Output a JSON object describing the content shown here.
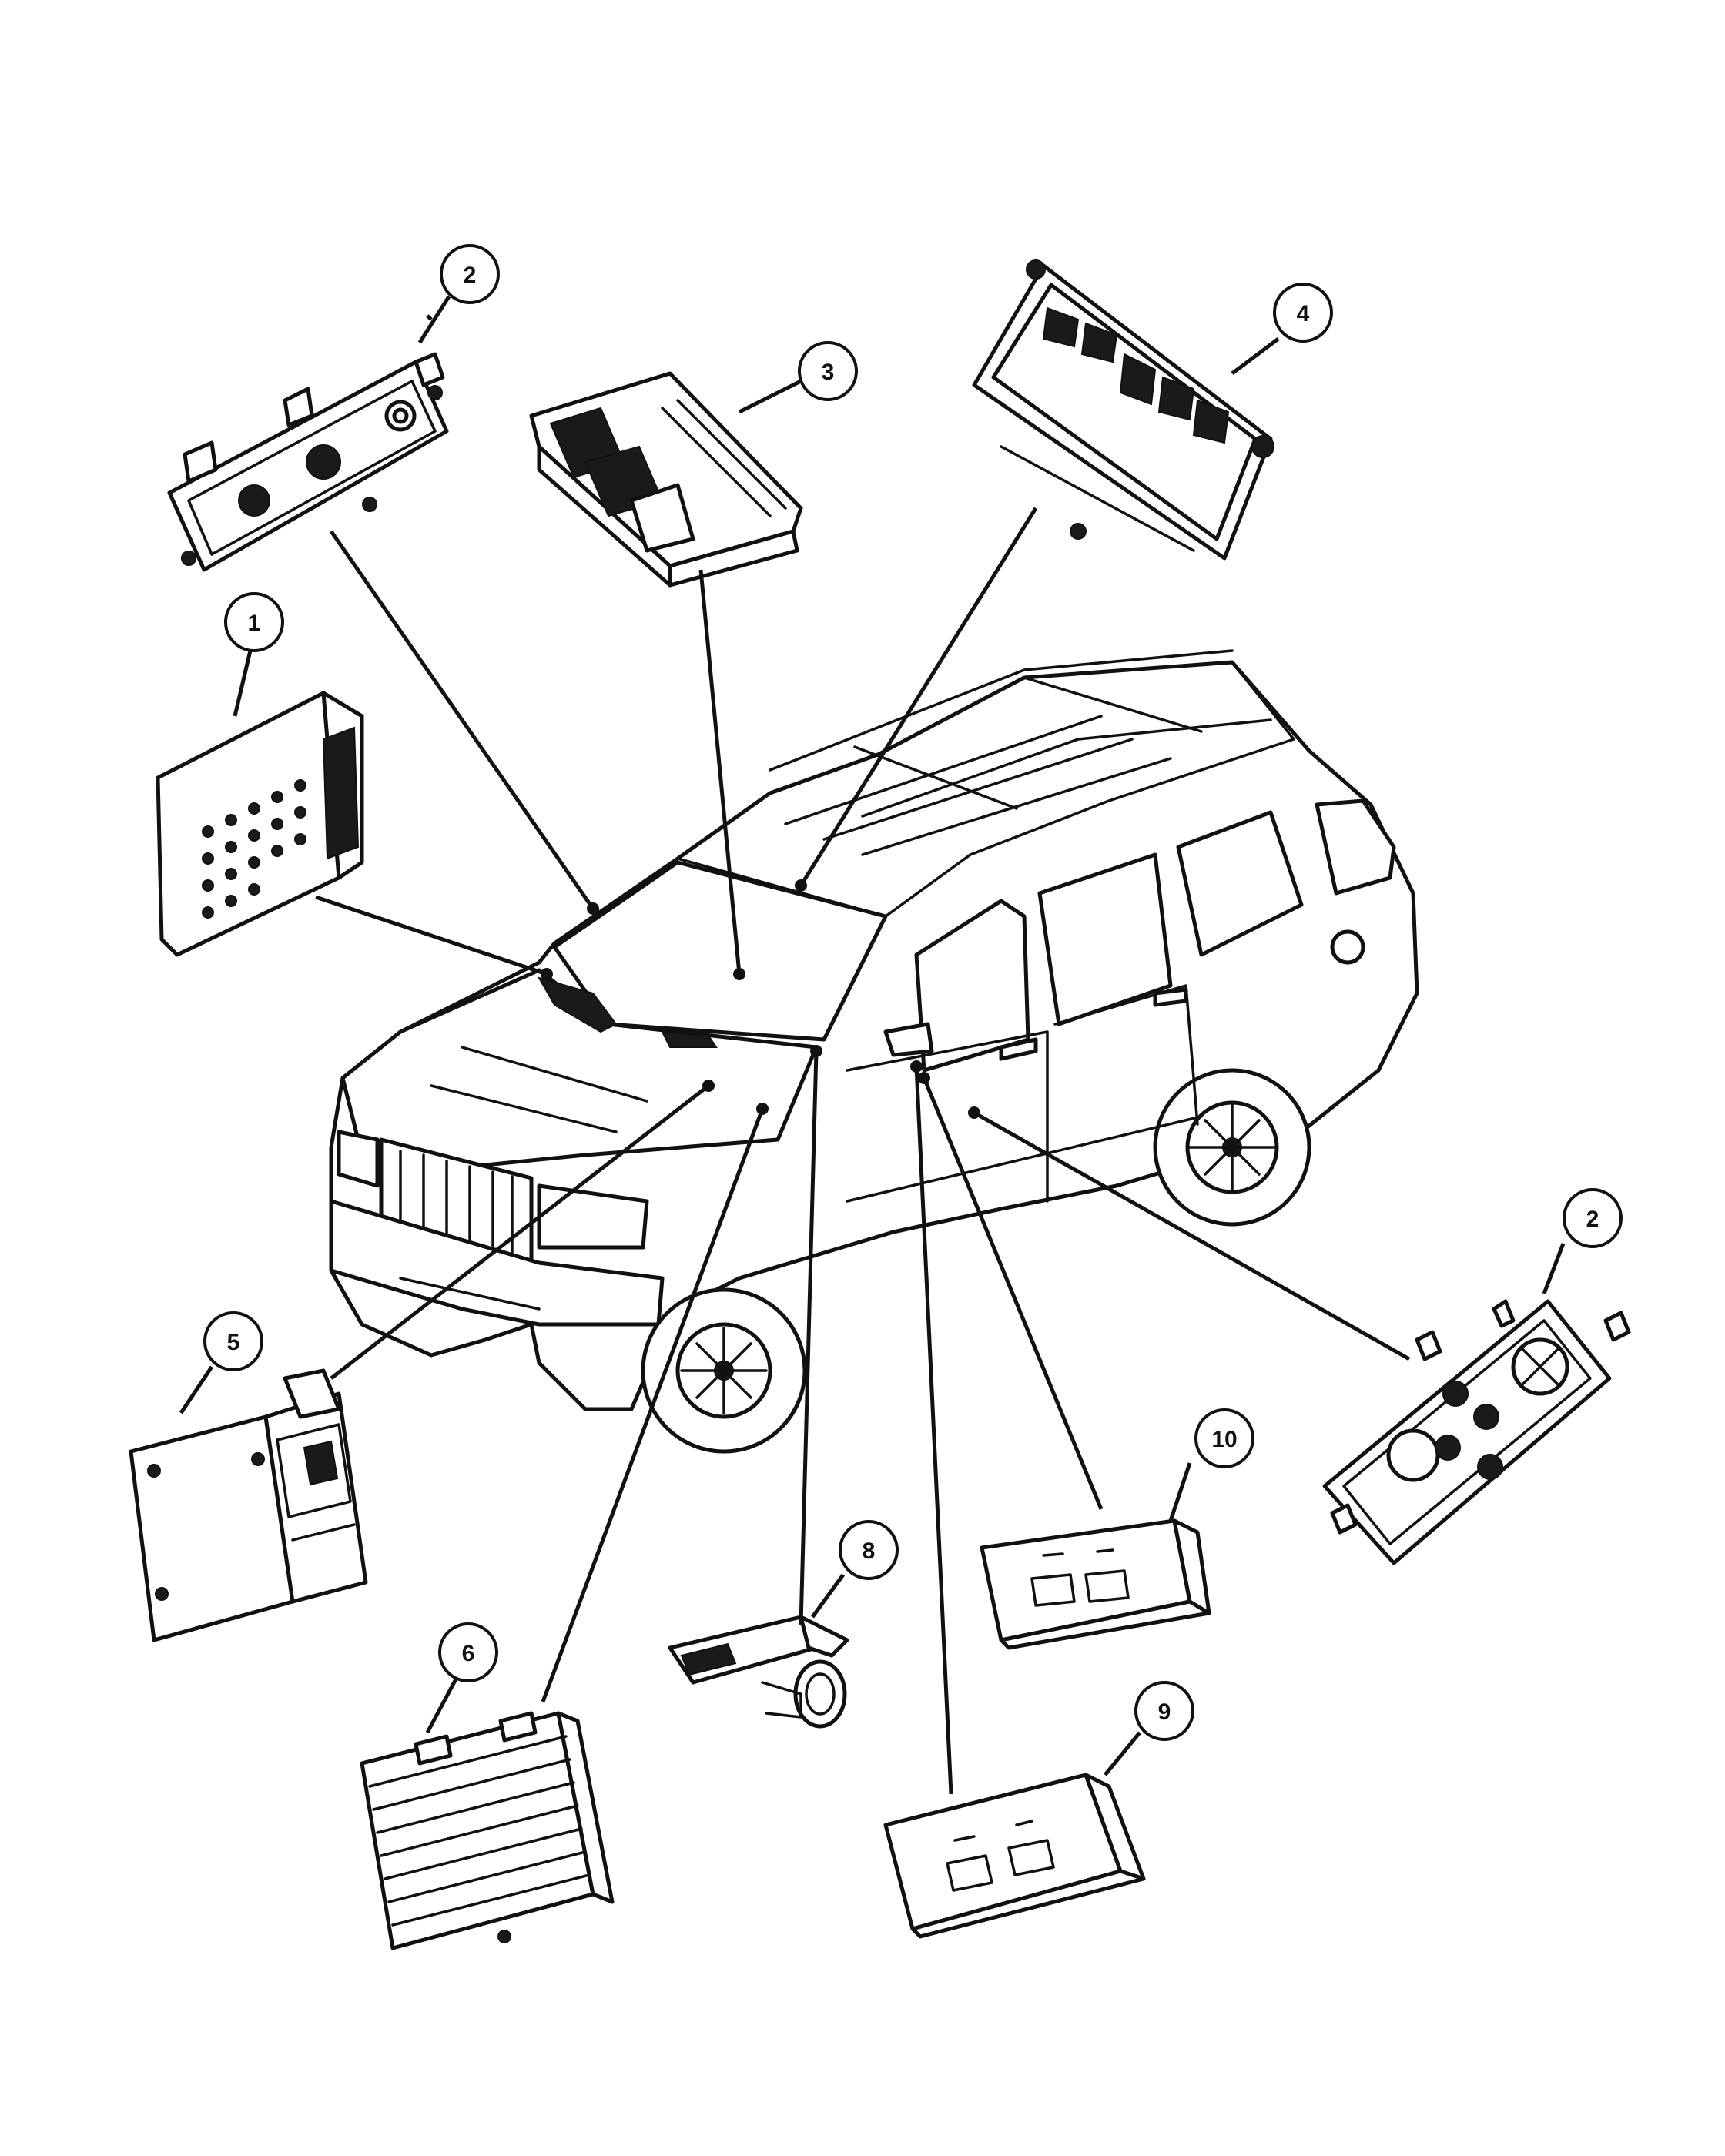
{
  "callouts": [
    {
      "id": "c2a",
      "label": "2"
    },
    {
      "id": "c3",
      "label": "3"
    },
    {
      "id": "c4",
      "label": "4"
    },
    {
      "id": "c1",
      "label": "1"
    },
    {
      "id": "c2b",
      "label": "2"
    },
    {
      "id": "c10",
      "label": "10"
    },
    {
      "id": "c5",
      "label": "5"
    },
    {
      "id": "c8",
      "label": "8"
    },
    {
      "id": "c6",
      "label": "6"
    },
    {
      "id": "c9",
      "label": "9"
    }
  ]
}
